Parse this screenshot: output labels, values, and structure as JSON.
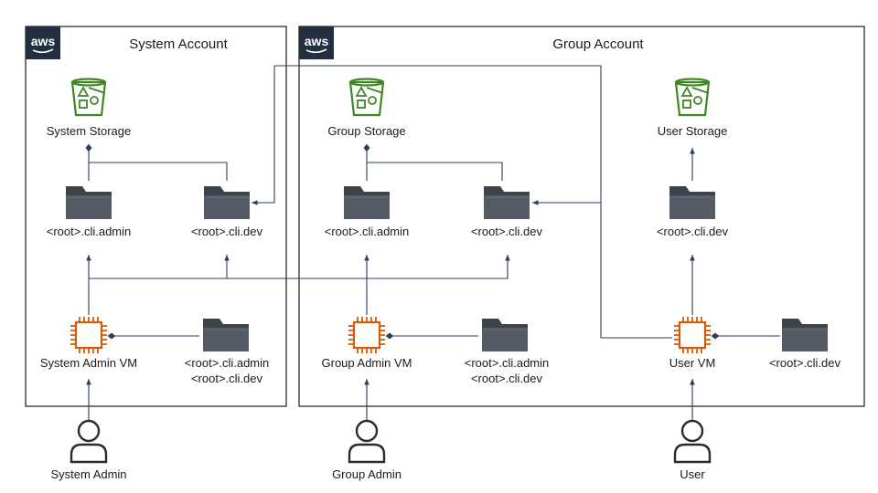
{
  "accounts": {
    "system": {
      "badge": "aws",
      "title": "System Account"
    },
    "group": {
      "badge": "aws",
      "title": "Group Account"
    }
  },
  "system": {
    "storage_label": "System Storage",
    "folder_admin_label": "<root>.cli.admin",
    "folder_dev_label": "<root>.cli.dev",
    "vm_label": "System Admin VM",
    "vm_folder_line1": "<root>.cli.admin",
    "vm_folder_line2": "<root>.cli.dev",
    "user_label": "System Admin"
  },
  "group": {
    "storage_label": "Group Storage",
    "folder_admin_label": "<root>.cli.admin",
    "folder_dev_label": "<root>.cli.dev",
    "vm_label": "Group Admin VM",
    "vm_folder_line1": "<root>.cli.admin",
    "vm_folder_line2": "<root>.cli.dev",
    "user_label": "Group Admin"
  },
  "user": {
    "storage_label": "User Storage",
    "folder_dev_label": "<root>.cli.dev",
    "vm_label": "User VM",
    "vm_folder_label": "<root>.cli.dev",
    "user_label": "User"
  },
  "colors": {
    "storage_green": "#3f8624",
    "vm_orange": "#d45b07",
    "folder_gray": "#545b64",
    "line_navy": "#2e3e5a",
    "aws_badge": "#232f3e"
  },
  "icons": {
    "storage": "s3-bucket-icon",
    "folder": "folder-icon",
    "vm": "ec2-instance-icon",
    "user": "user-icon"
  }
}
